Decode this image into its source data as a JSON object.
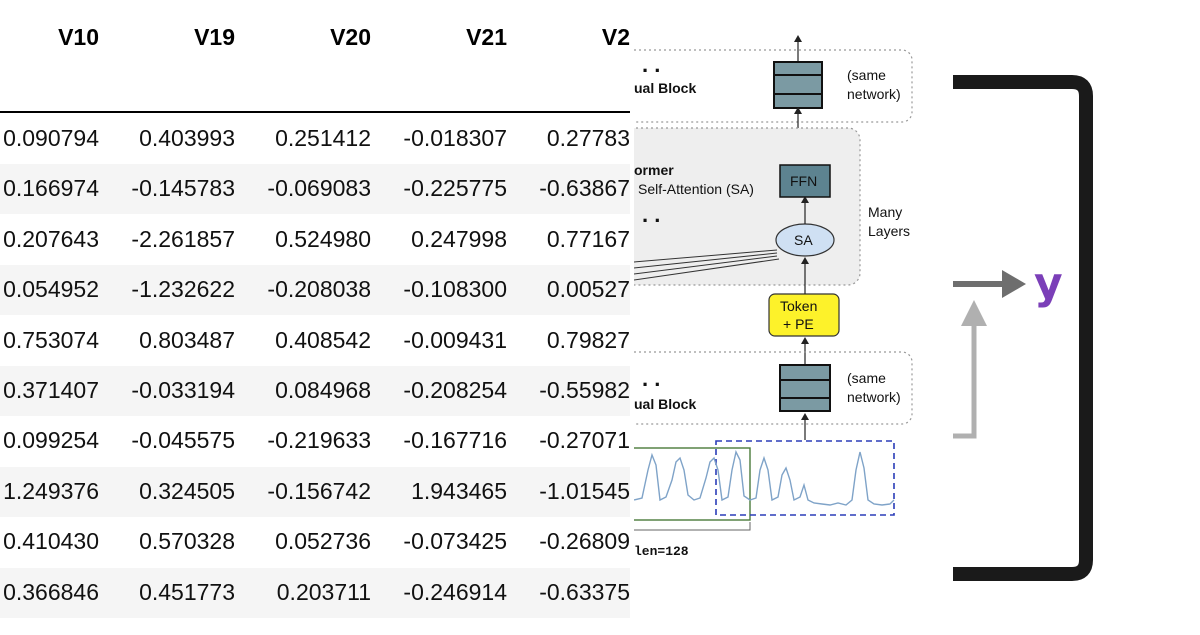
{
  "table": {
    "headers": [
      "V10",
      "V19",
      "V20",
      "V21",
      "V2"
    ],
    "rows": [
      [
        "0.090794",
        "0.403993",
        "0.251412",
        "-0.018307",
        "0.27783"
      ],
      [
        "0.166974",
        "-0.145783",
        "-0.069083",
        "-0.225775",
        "-0.63867"
      ],
      [
        "0.207643",
        "-2.261857",
        "0.524980",
        "0.247998",
        "0.77167"
      ],
      [
        "0.054952",
        "-1.232622",
        "-0.208038",
        "-0.108300",
        "0.00527"
      ],
      [
        "0.753074",
        "0.803487",
        "0.408542",
        "-0.009431",
        "0.79827"
      ],
      [
        "0.371407",
        "-0.033194",
        "0.084968",
        "-0.208254",
        "-0.55982"
      ],
      [
        "0.099254",
        "-0.045575",
        "-0.219633",
        "-0.167716",
        "-0.27071"
      ],
      [
        "1.249376",
        "0.324505",
        "-0.156742",
        "1.943465",
        "-1.01545"
      ],
      [
        "0.410430",
        "0.570328",
        "0.052736",
        "-0.073425",
        "-0.26809"
      ],
      [
        "0.366846",
        "0.451773",
        "0.203711",
        "-0.246914",
        "-0.63375"
      ]
    ]
  },
  "diagram": {
    "top_block_label": "ual Block",
    "top_block_note_1": "(same",
    "top_block_note_2": "network)",
    "former_label": "ormer",
    "self_attention_label": "Self-Attention (SA)",
    "ffn_label": "FFN",
    "sa_label": "SA",
    "many_layers_1": "Many",
    "many_layers_2": "Layers",
    "token_pe_1": "Token",
    "token_pe_2": "+ PE",
    "bottom_block_label": "ual Block",
    "bottom_block_note_1": "(same",
    "bottom_block_note_2": "network)",
    "len_label": "len=128",
    "dots": ". ."
  },
  "output": {
    "label": "y",
    "label_color": "#7b3fb8"
  }
}
